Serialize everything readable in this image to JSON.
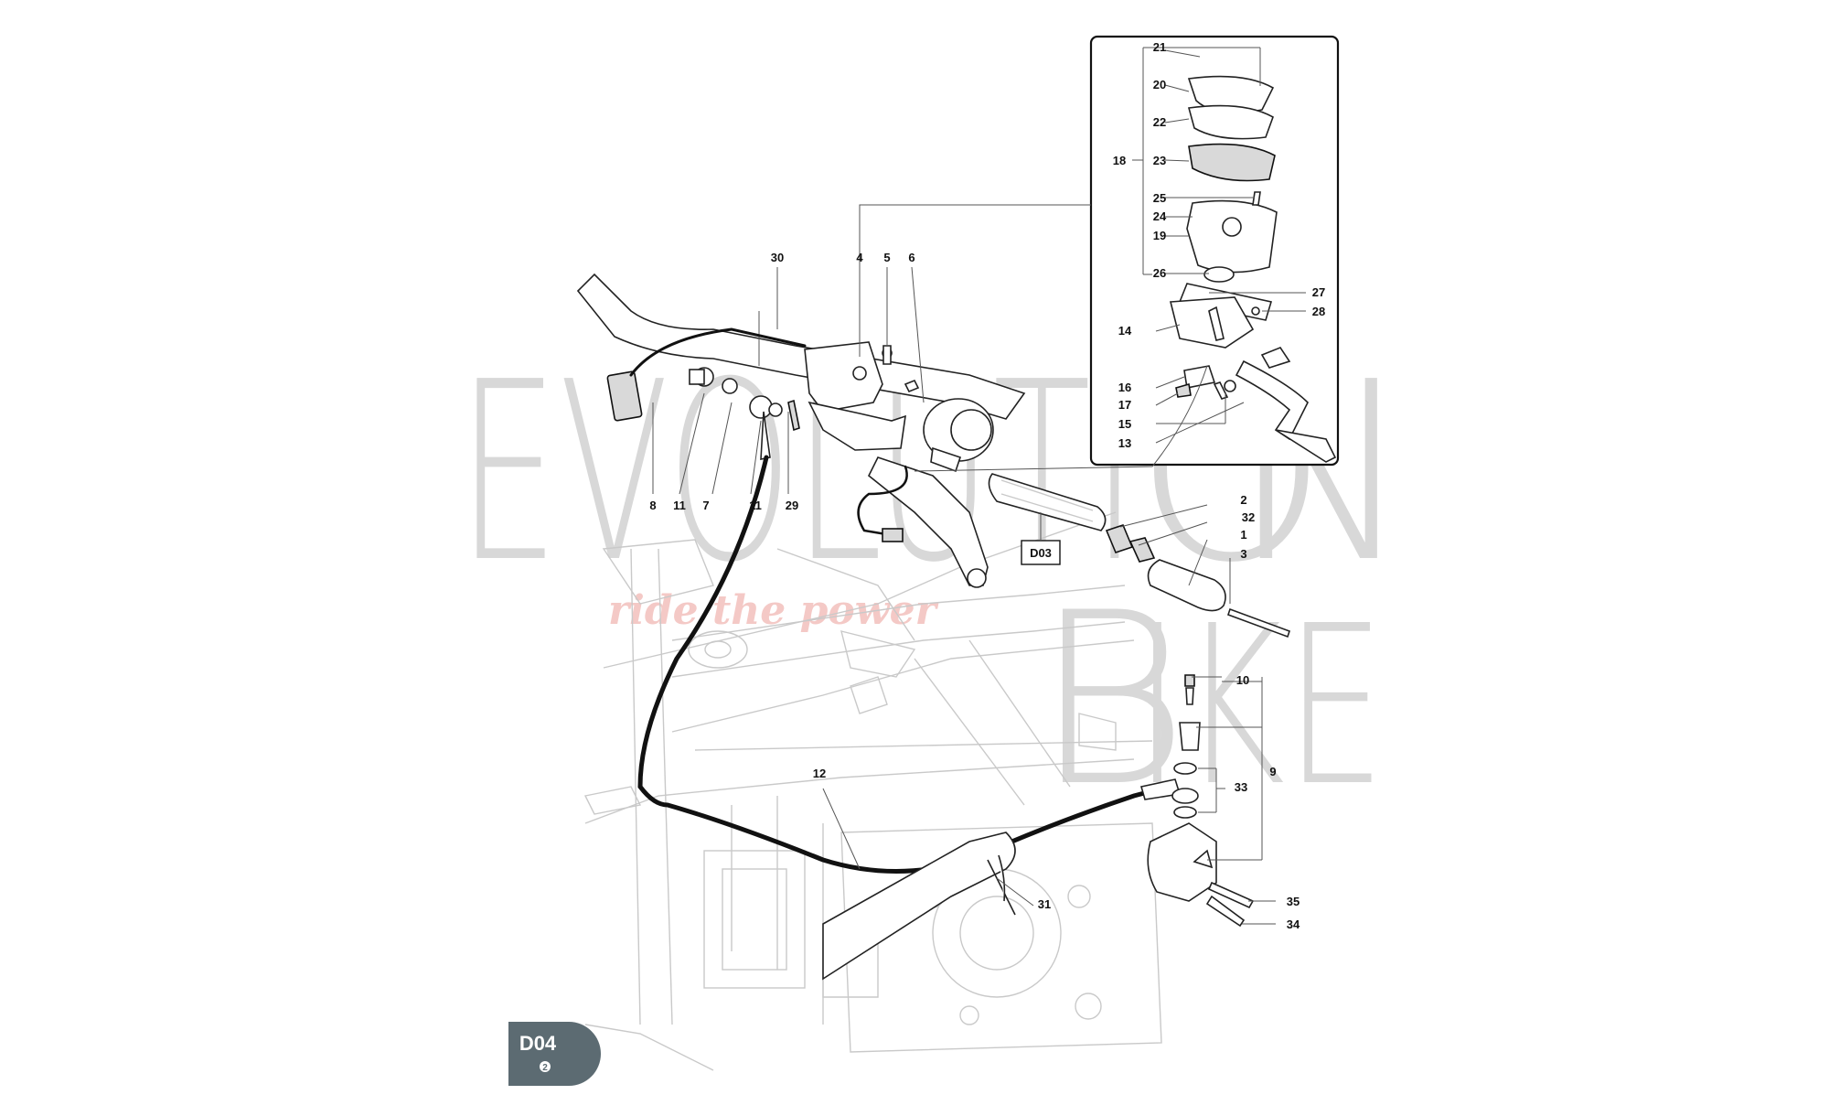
{
  "watermark": {
    "word_left": "EVOLUTI",
    "letter_o": "O",
    "letter_n": "N",
    "letter_b": "B",
    "word_right": "IKE",
    "tagline": "ride the power"
  },
  "page_badge": {
    "code": "D04",
    "sub": "2"
  },
  "reference_box": {
    "label": "D03"
  },
  "callouts": {
    "c1": "1",
    "c2": "2",
    "c3": "3",
    "c4": "4",
    "c5": "5",
    "c6": "6",
    "c7": "7",
    "c8": "8",
    "c9": "9",
    "c10": "10",
    "c11a": "11",
    "c11b": "11",
    "c12": "12",
    "c13": "13",
    "c14": "14",
    "c15": "15",
    "c16": "16",
    "c17": "17",
    "c18": "18",
    "c19": "19",
    "c20": "20",
    "c21": "21",
    "c22": "22",
    "c23": "23",
    "c24": "24",
    "c25": "25",
    "c26": "26",
    "c27": "27",
    "c28": "28",
    "c29": "29",
    "c30": "30",
    "c31": "31",
    "c32": "32",
    "c33": "33",
    "c34": "34",
    "c35": "35"
  }
}
